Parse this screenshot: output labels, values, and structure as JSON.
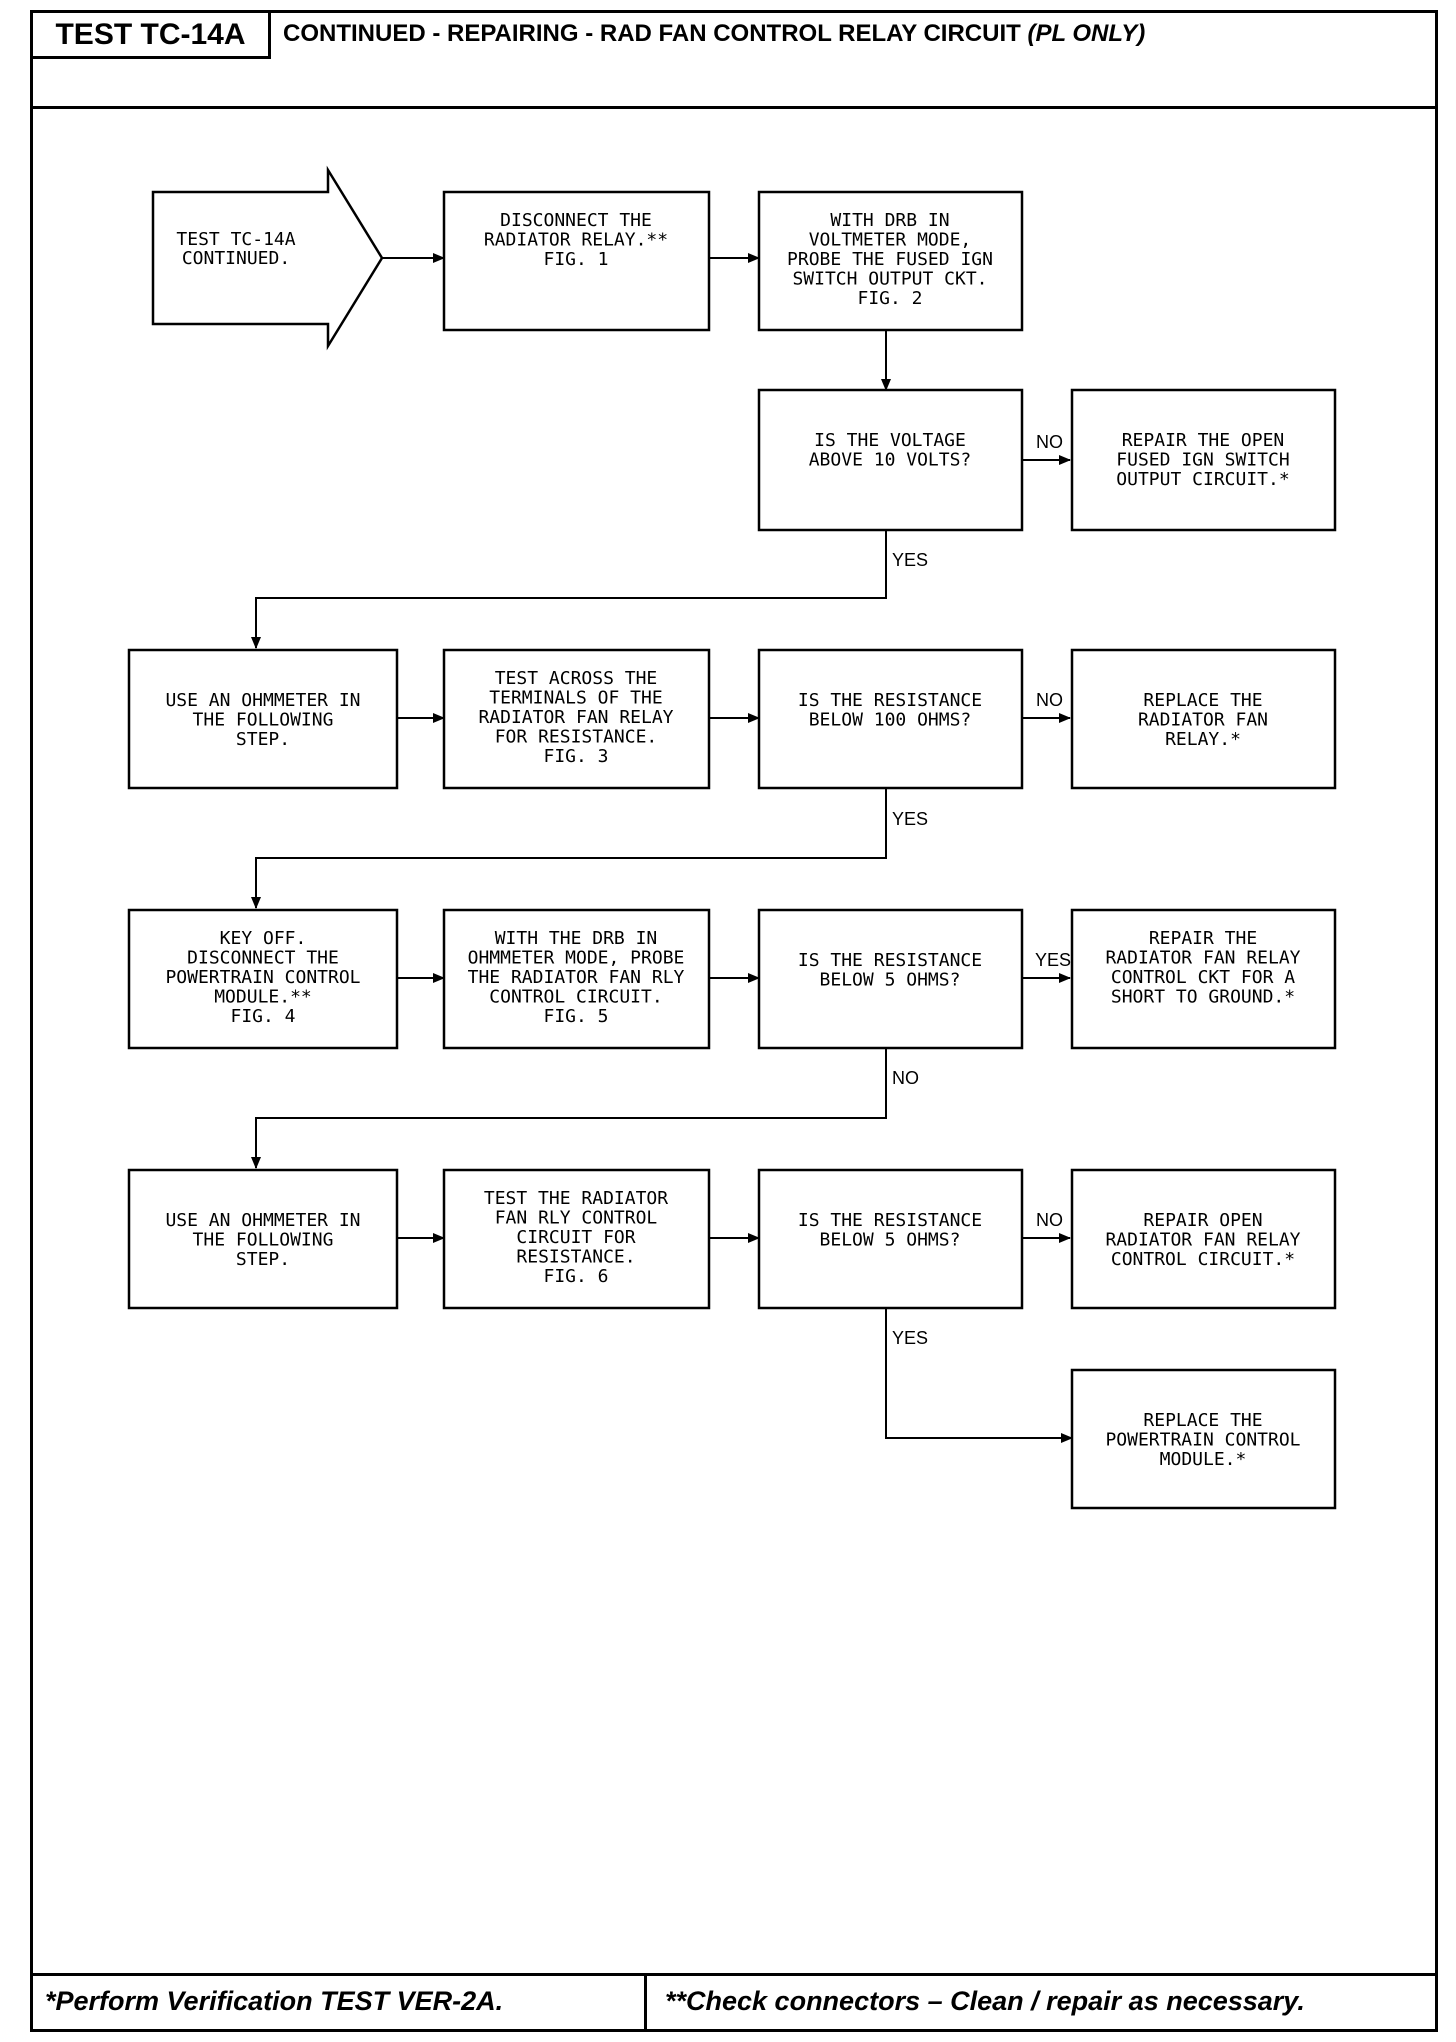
{
  "header": {
    "test_id": "TEST TC-14A",
    "title_main": "CONTINUED - REPAIRING - RAD FAN CONTROL RELAY CIRCUIT ",
    "title_em": "(PL ONLY)"
  },
  "flowchart": {
    "start": [
      "TEST TC-14A",
      "CONTINUED."
    ],
    "b1": [
      "DISCONNECT THE",
      "RADIATOR RELAY.**",
      "",
      "",
      "FIG. 1"
    ],
    "b2": [
      "WITH DRB IN",
      "VOLTMETER MODE,",
      "PROBE THE FUSED IGN",
      "SWITCH OUTPUT CKT.",
      "FIG. 2"
    ],
    "q1": [
      "IS THE VOLTAGE",
      "ABOVE 10 VOLTS?"
    ],
    "r1": [
      "REPAIR THE OPEN",
      "FUSED IGN SWITCH",
      "OUTPUT CIRCUIT.*"
    ],
    "b3": [
      "USE AN OHMMETER IN",
      "THE FOLLOWING",
      "STEP."
    ],
    "b4": [
      "TEST ACROSS THE",
      "TERMINALS OF THE",
      "RADIATOR FAN RELAY",
      "FOR RESISTANCE.",
      "FIG. 3"
    ],
    "q2": [
      "IS THE RESISTANCE",
      "BELOW 100 OHMS?"
    ],
    "r2": [
      "REPLACE THE",
      "RADIATOR FAN",
      "RELAY.*"
    ],
    "b5": [
      "KEY OFF.",
      "DISCONNECT THE",
      "POWERTRAIN CONTROL",
      "MODULE.**",
      "FIG. 4"
    ],
    "b6": [
      "WITH THE DRB IN",
      "OHMMETER MODE, PROBE",
      "THE RADIATOR FAN RLY",
      "CONTROL CIRCUIT.",
      "FIG. 5"
    ],
    "q3": [
      "IS THE RESISTANCE",
      "BELOW 5 OHMS?"
    ],
    "r3": [
      "REPAIR THE",
      "RADIATOR FAN RELAY",
      "CONTROL CKT FOR A",
      "SHORT TO GROUND.*"
    ],
    "b7": [
      "USE AN OHMMETER IN",
      "THE FOLLOWING",
      "STEP."
    ],
    "b8": [
      "TEST THE RADIATOR",
      "FAN RLY CONTROL",
      "CIRCUIT FOR",
      "RESISTANCE.",
      "FIG. 6"
    ],
    "q4": [
      "IS THE RESISTANCE",
      "BELOW 5 OHMS?"
    ],
    "r4": [
      "REPAIR OPEN",
      "RADIATOR FAN RELAY",
      "CONTROL CIRCUIT.*"
    ],
    "r5": [
      "REPLACE THE",
      "POWERTRAIN CONTROL",
      "MODULE.*"
    ],
    "labels": {
      "q1_right": "NO",
      "q1_down": "YES",
      "q2_right": "NO",
      "q2_down": "YES",
      "q3_right": "YES",
      "q3_down": "NO",
      "q4_right": "NO",
      "q4_down": "YES"
    }
  },
  "footer": {
    "left": "*Perform Verification TEST VER-2A.",
    "right": "**Check connectors – Clean / repair as necessary."
  }
}
